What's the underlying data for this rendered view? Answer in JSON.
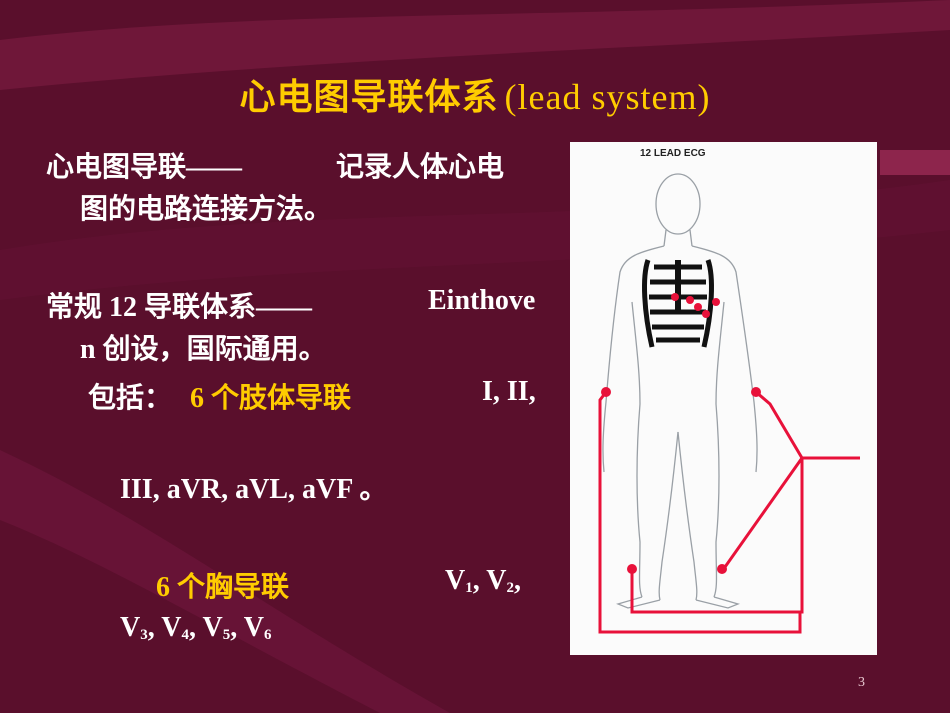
{
  "title": {
    "cn": "心电图导联体系",
    "en": "(lead system)"
  },
  "p1": {
    "line1a": "心电图导联——",
    "line1b": "记录人体心电",
    "line2": "图的电路连接方法。"
  },
  "p2": {
    "line1a": "常规 12 导联体系——",
    "line1b": "Einthove",
    "line2": "n  创设，国际通用。"
  },
  "p3": {
    "prefix": "包括：",
    "limb": "6 个肢体导联",
    "leads1": "I,   II,",
    "leads2": "III,    aVR,    aVL,    aVF  。"
  },
  "p4": {
    "chest": "6 个胸导联"
  },
  "chest_leads": {
    "v": "V",
    "n1": "1",
    "n2": "2",
    "n3": "3",
    "n4": "4",
    "n5": "5",
    "n6": "6"
  },
  "figure": {
    "title": "12 LEAD ECG"
  },
  "page_number": "3",
  "colors": {
    "background": "#5a0f2c",
    "accent": "#ffcc00",
    "lead_wire": "#e8113a"
  }
}
